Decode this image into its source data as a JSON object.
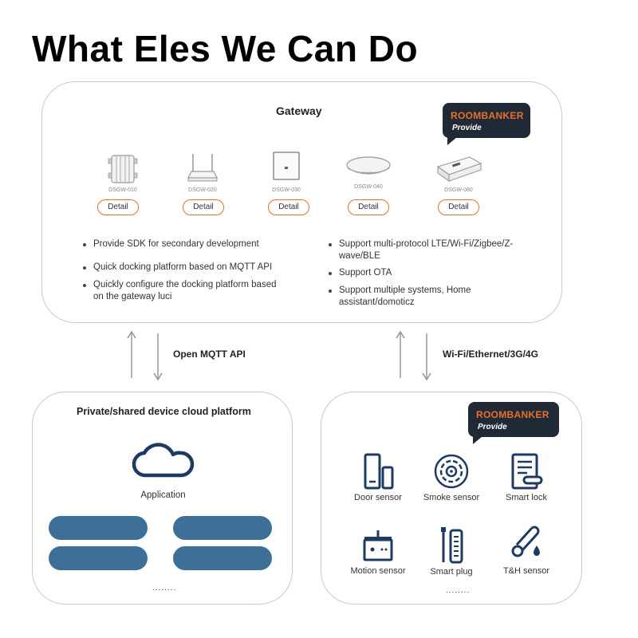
{
  "title": "What Eles We Can Do",
  "gateway": {
    "title": "Gateway",
    "badge": {
      "brand": "ROOMBANKER",
      "provide": "Provide"
    },
    "devices": [
      {
        "model": "DSGW-010",
        "button": "Detail"
      },
      {
        "model": "DSGW-020",
        "button": "Detail"
      },
      {
        "model": "DSGW-030",
        "button": "Detail"
      },
      {
        "model": "DSGW-040",
        "button": "Detail"
      },
      {
        "model": "DSGW-080",
        "button": "Detail"
      }
    ],
    "bullets_left": [
      "Provide SDK for secondary development",
      "Quick docking platform based on MQTT API",
      "Quickly configure the docking platform based on the gateway luci"
    ],
    "bullets_right": [
      "Support multi-protocol LTE/Wi-Fi/Zigbee/Z-wave/BLE",
      "Support OTA",
      "Support multiple systems, Home assistant/domoticz"
    ]
  },
  "links": {
    "left": "Open MQTT API",
    "right": "Wi-Fi/Ethernet/3G/4G"
  },
  "cloud": {
    "title": "Private/shared device cloud platform",
    "app_label": "Application",
    "more": "........"
  },
  "devices": {
    "badge": {
      "brand": "ROOMBANKER",
      "provide": "Provide"
    },
    "items": [
      {
        "icon": "door-sensor-icon",
        "label": "Door sensor"
      },
      {
        "icon": "smoke-sensor-icon",
        "label": "Smoke sensor"
      },
      {
        "icon": "smart-lock-icon",
        "label": "Smart lock"
      },
      {
        "icon": "motion-sensor-icon",
        "label": "Motion sensor"
      },
      {
        "icon": "smart-plug-icon",
        "label": "Smart plug"
      },
      {
        "icon": "th-sensor-icon",
        "label": "T&H sensor"
      }
    ],
    "more": "........"
  },
  "colors": {
    "accent": "#e8702a",
    "icon_blue": "#1d3a63",
    "pill": "#3e6f96",
    "badge_bg": "#1f2a36"
  }
}
